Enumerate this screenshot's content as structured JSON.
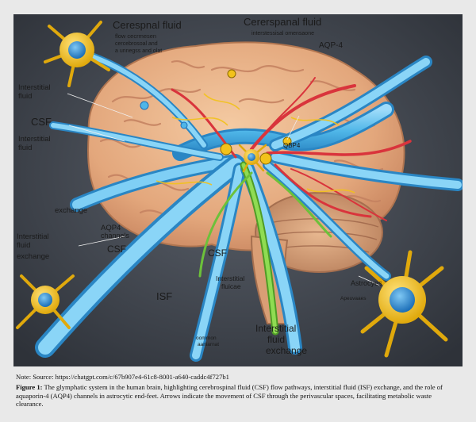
{
  "illustration": {
    "labels": {
      "csf_top_left": "Cerespnal fluid",
      "csf_top_left_sub1": "flow cecrmesen",
      "csf_top_left_sub2": "cercebrosoal and",
      "csf_top_left_sub3": "a unnegss and olat",
      "csf_top_right": "Cererspanal fluid",
      "csf_top_right_sub": "interstessisal omensaone",
      "aqp4_top": "AQP-4",
      "interstitial_fluid_1a": "Interstitial",
      "interstitial_fluid_1b": "fluid",
      "csf_left": "CSF",
      "interstitial_2a": "Interstitial",
      "interstitial_2b": "fluid",
      "exchange_left": "exchange",
      "aqp4_channels_a": "AQP4",
      "aqp4_channels_b": "channels",
      "interstitial_3a": "Interstitial",
      "interstitial_3b": "fluid",
      "exchange_left_2": "exchange",
      "csf_mid_left": "CSF",
      "csf_center": "CSF",
      "isf": "ISF",
      "interstitial_center_a": "Interstitial",
      "interstitial_center_b": "fluicae",
      "qbp4": "QBP4",
      "astrocytes": "Astrocyes",
      "apeuvaaes": "Apeuvaaes",
      "bottom_grey_1": "oomrnon",
      "bottom_grey_2": "aaniarnat",
      "interstitial_bottom_a": "Interstitial",
      "interstitial_bottom_b": "fluid",
      "exchange_bottom": "exchange"
    }
  },
  "note": "Note: Source: https://chatgpt.com/c/67b907e4-61c8-8001-a640-caddc4f727b1",
  "caption": {
    "label": "Figure 1:",
    "text": " The glymphatic system in the human brain, highlighting cerebrospinal fluid (CSF) flow pathways, interstitial fluid (ISF) exchange, and the role of aquaporin-4 (AQP4) channels in astrocytic end-feet. Arrows indicate the movement of CSF through the perivascular spaces, facilitating metabolic waste clearance."
  },
  "colors": {
    "background": "#3a3f48",
    "brain": "#e8b48a",
    "csf_blue": "#4fb6e8",
    "artery_red": "#d9343c",
    "nerve_green": "#6cc13a",
    "astrocyte_yellow": "#f2c21b",
    "cell_blue": "#2a8ed6"
  }
}
